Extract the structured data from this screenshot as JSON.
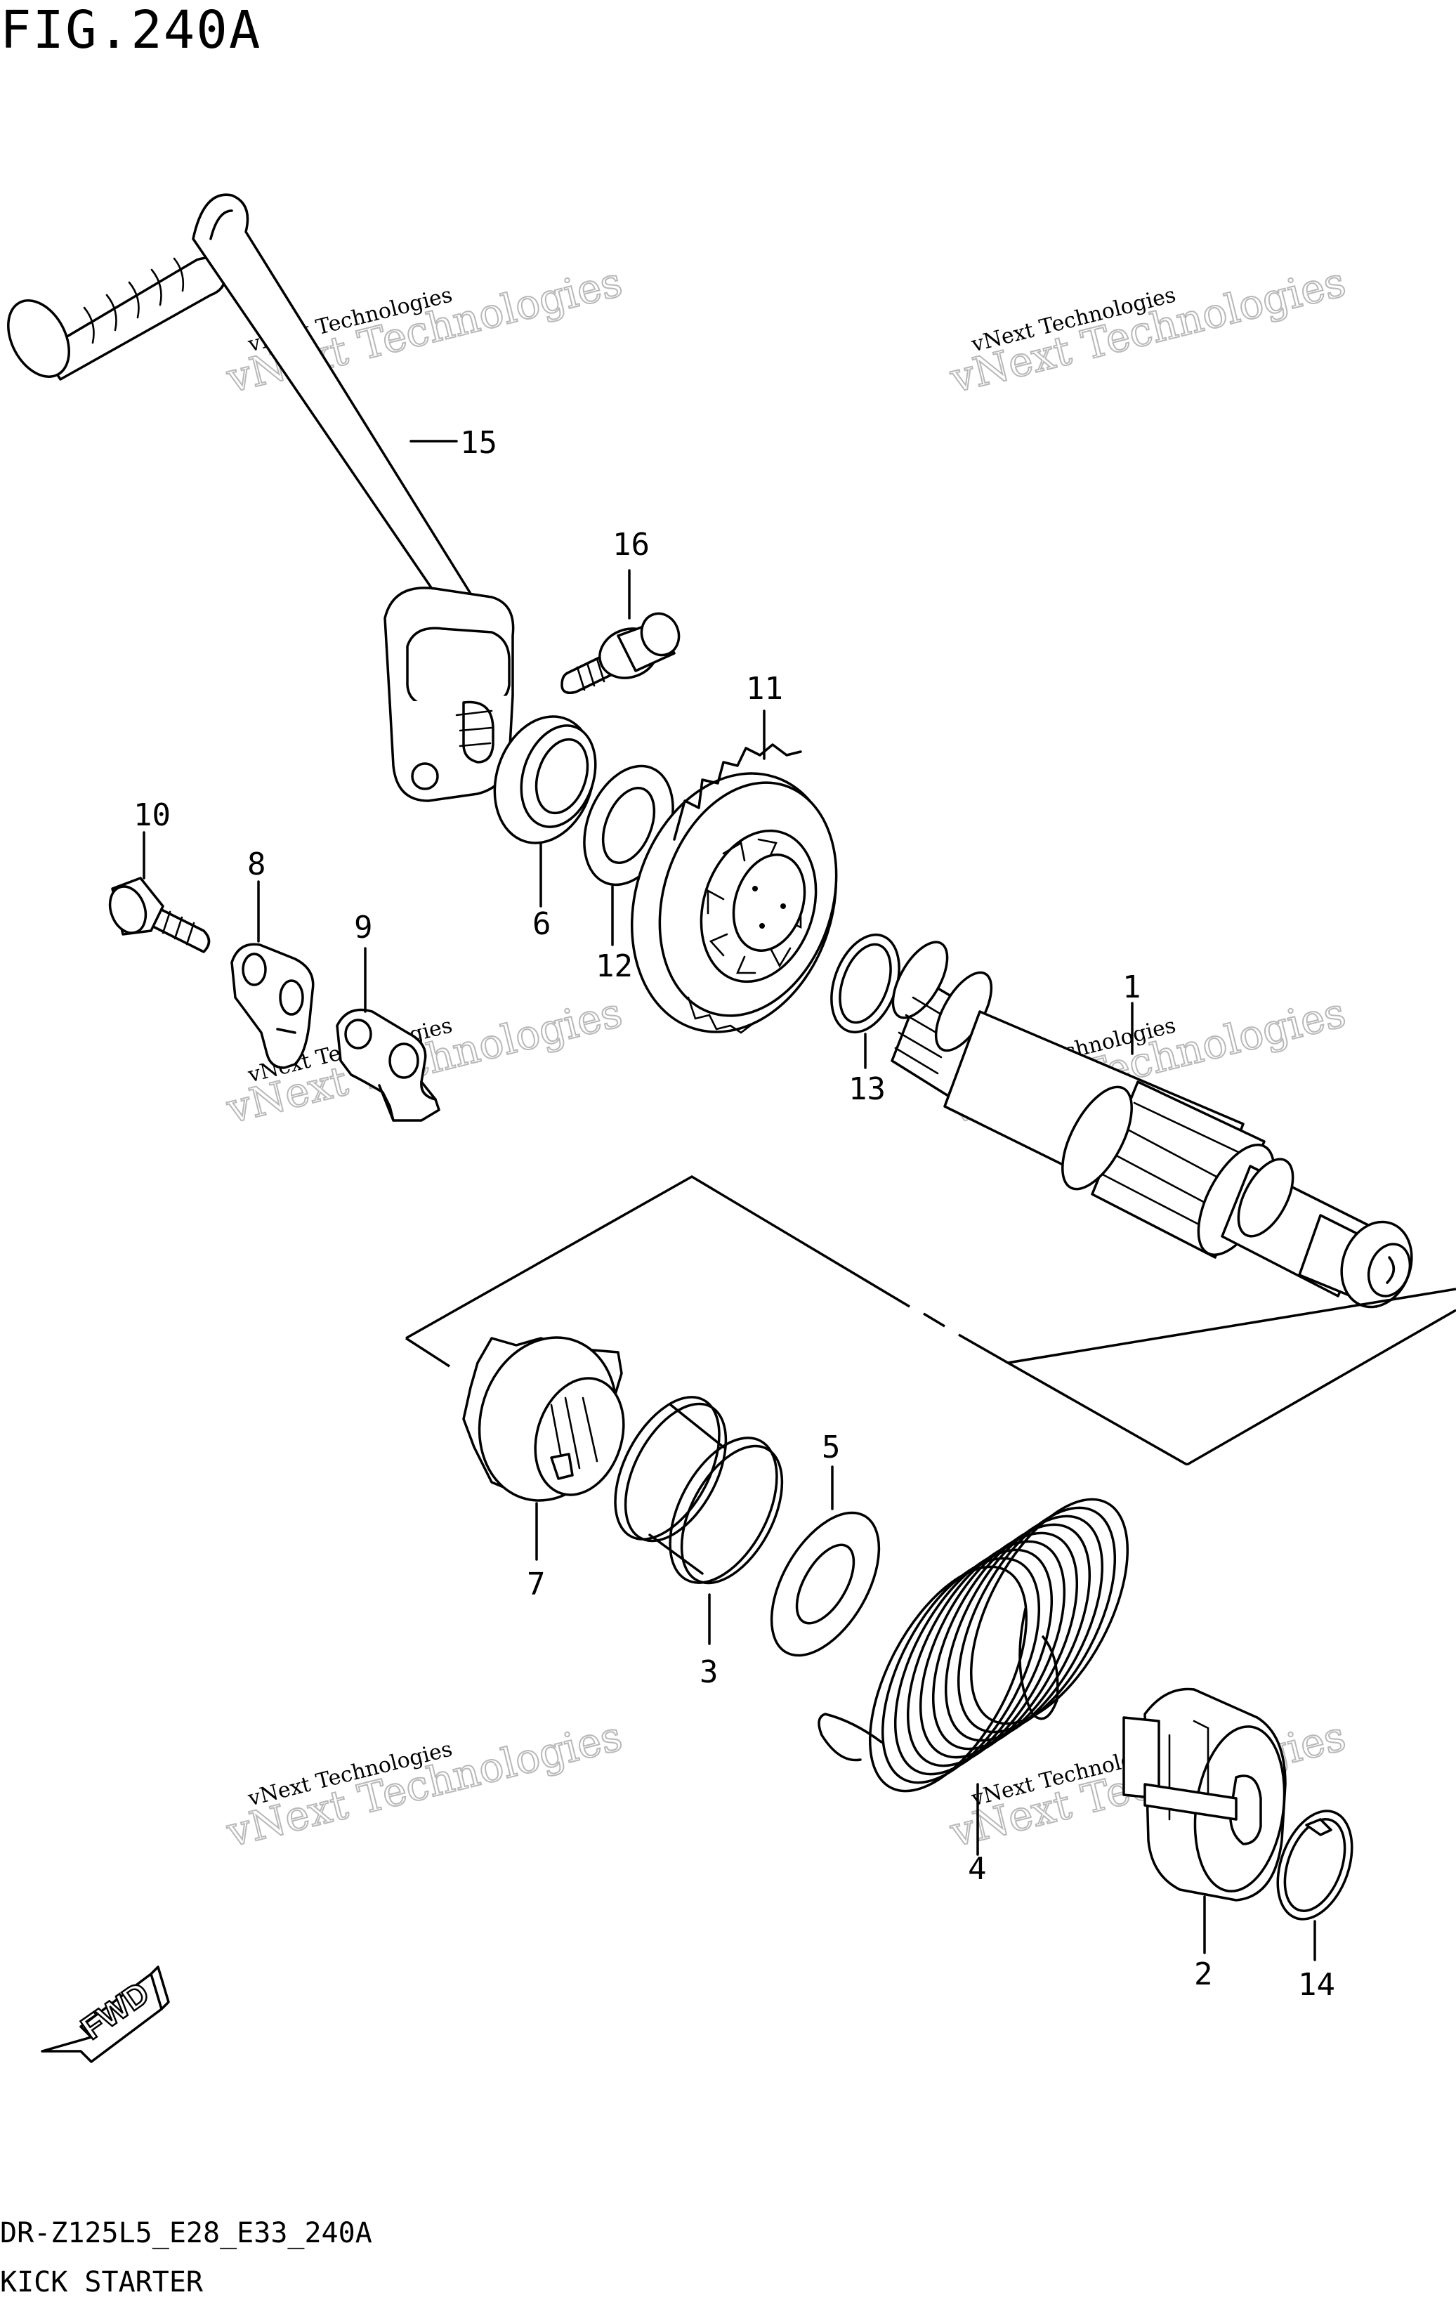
{
  "figure": {
    "title": "FIG.240A",
    "code": "DR-Z125L5_E28_E33_240A",
    "name": "KICK STARTER"
  },
  "fwd_label": "FWD",
  "watermark": {
    "line1": "vNext Technologies",
    "line2": "vNext Technologies"
  },
  "callouts": [
    {
      "id": "1",
      "part": "kick-starter-shaft"
    },
    {
      "id": "2",
      "part": "spring-guide"
    },
    {
      "id": "3",
      "part": "spring"
    },
    {
      "id": "4",
      "part": "return-spring"
    },
    {
      "id": "5",
      "part": "washer"
    },
    {
      "id": "6",
      "part": "oil-seal"
    },
    {
      "id": "7",
      "part": "kick-gear"
    },
    {
      "id": "8",
      "part": "guide-plate"
    },
    {
      "id": "9",
      "part": "stopper"
    },
    {
      "id": "10",
      "part": "bolt"
    },
    {
      "id": "11",
      "part": "idle-gear"
    },
    {
      "id": "12",
      "part": "washer"
    },
    {
      "id": "13",
      "part": "washer"
    },
    {
      "id": "14",
      "part": "circlip"
    },
    {
      "id": "15",
      "part": "kick-lever"
    },
    {
      "id": "16",
      "part": "lever-bolt"
    }
  ]
}
